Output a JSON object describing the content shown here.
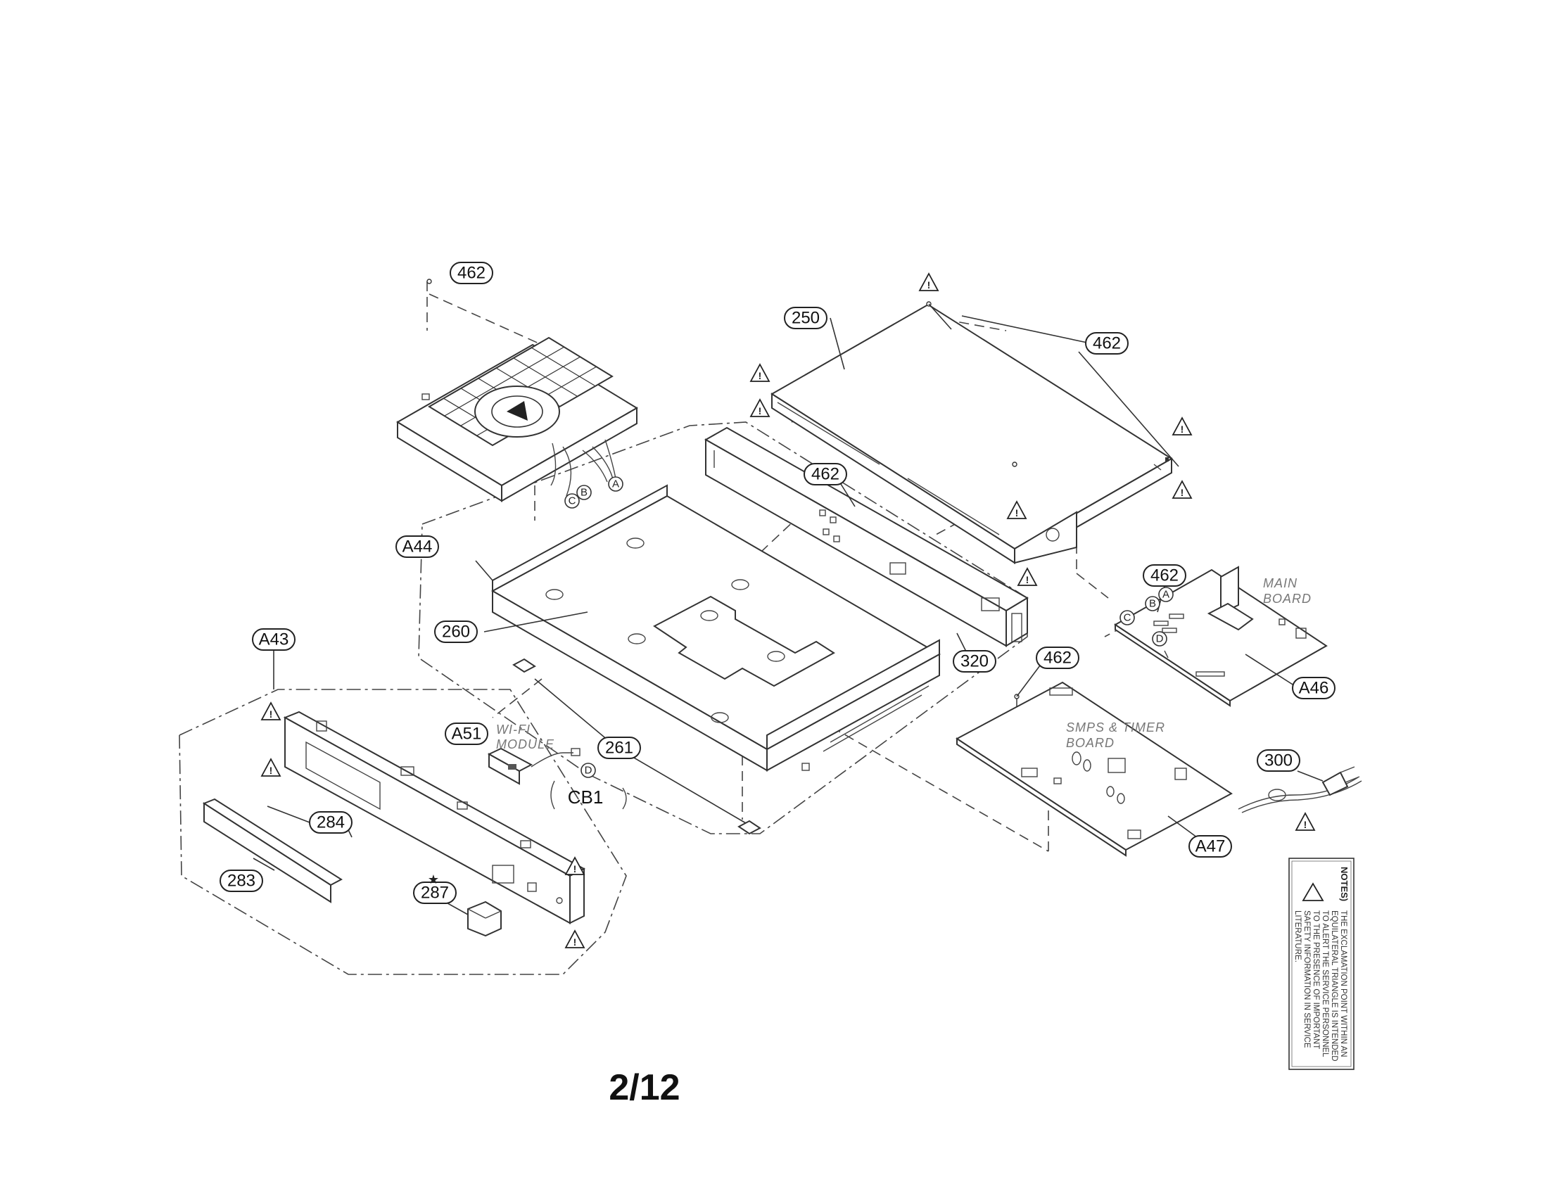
{
  "callouts": {
    "c462_top": "462",
    "c250": "250",
    "c462_cover": "462",
    "c462_mid": "462",
    "cA44": "A44",
    "c260": "260",
    "c320": "320",
    "cA43": "A43",
    "cA51": "A51",
    "c261": "261",
    "c284": "284",
    "c283": "283",
    "c287": "287",
    "c462_main": "462",
    "cA46": "A46",
    "c462_smps": "462",
    "cA47": "A47",
    "c300": "300"
  },
  "connectors": {
    "a": "A",
    "b": "B",
    "c": "C",
    "d": "D"
  },
  "labels": {
    "wifi_line1": "WI-FI",
    "wifi_line2": "MODULE",
    "main_line1": "MAIN",
    "main_line2": "BOARD",
    "smps_line1": "SMPS & TIMER",
    "smps_line2": "BOARD",
    "cb1": "CB1",
    "star": "★",
    "page_number": "2/12"
  },
  "notes": {
    "title": "NOTES)",
    "line1": "THE EXCLAMATION POINT WITHIN AN",
    "line2": "EQUILATERAL TRIANGLE IS INTENDED",
    "line3": "TO ALERT THE SERVICE PERSONNEL",
    "line4": "TO THE PRESENCE OF IMPORTANT",
    "line5": "SAFETY INFORMATION IN SERVICE",
    "line6": "LITERATURE."
  },
  "icons": {
    "warning": "warning-triangle-icon",
    "screw": "screw-icon",
    "power_plug": "power-plug-icon"
  }
}
